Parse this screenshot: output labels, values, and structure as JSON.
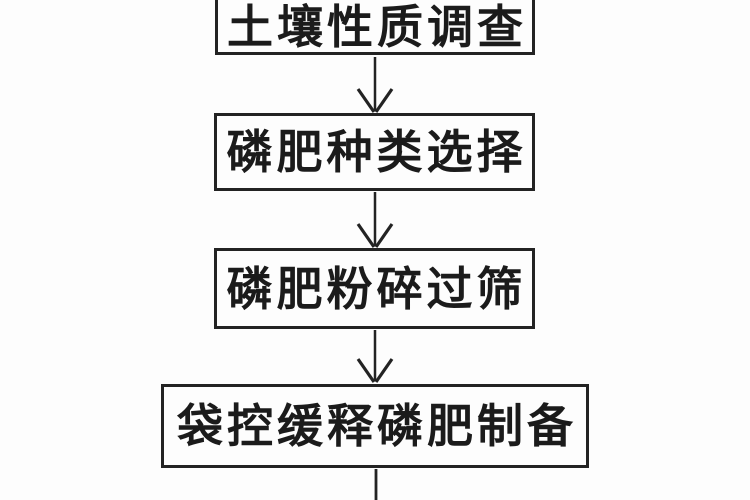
{
  "diagram": {
    "type": "flowchart",
    "orientation": "top-to-bottom",
    "background_color": "#fdfdfd",
    "ink_color": "#232323",
    "nodes": [
      {
        "id": "n1",
        "label": "土壤性质调查",
        "shape": "rectangle",
        "clipped": "top edge of image"
      },
      {
        "id": "n2",
        "label": "磷肥种类选择",
        "shape": "rectangle"
      },
      {
        "id": "n3",
        "label": "磷肥粉碎过筛",
        "shape": "rectangle"
      },
      {
        "id": "n4",
        "label": "袋控缓释磷肥制备",
        "shape": "rectangle"
      }
    ],
    "edges": [
      {
        "from": "n1",
        "to": "n2",
        "style": "arrow-down"
      },
      {
        "from": "n2",
        "to": "n3",
        "style": "arrow-down"
      },
      {
        "from": "n3",
        "to": "n4",
        "style": "arrow-down"
      },
      {
        "from": "n4",
        "to": null,
        "style": "shaft only, cut off at bottom edge of image"
      }
    ]
  }
}
